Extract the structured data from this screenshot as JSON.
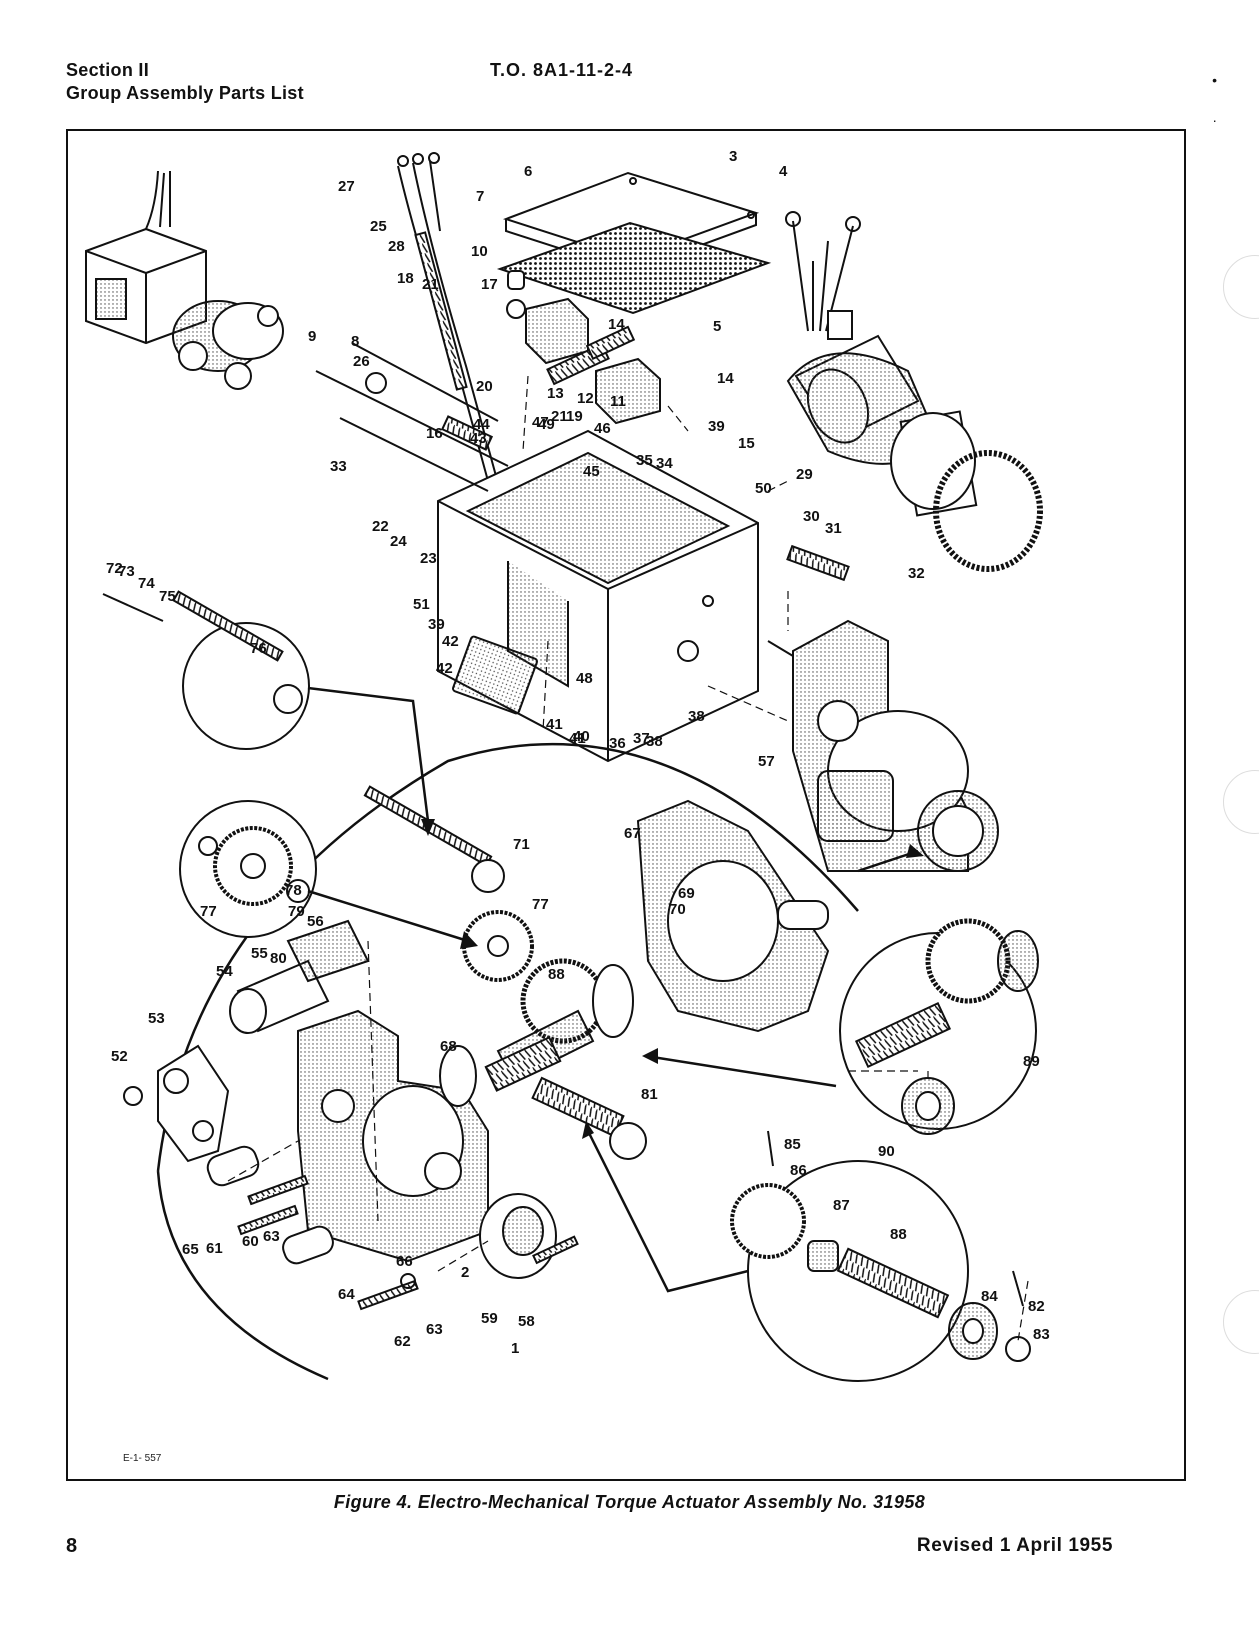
{
  "header": {
    "section": "Section II",
    "group": "Group Assembly Parts List",
    "tech_order": "T.O. 8A1-11-2-4"
  },
  "figure": {
    "caption": "Figure 4. Electro-Mechanical Torque Actuator Assembly No. 31958",
    "drawing_code": "E-1- 557",
    "callouts": [
      "1",
      "2",
      "3",
      "4",
      "5",
      "6",
      "7",
      "8",
      "9",
      "10",
      "11",
      "12",
      "13",
      "14",
      "14",
      "15",
      "16",
      "17",
      "18",
      "19",
      "20",
      "21",
      "21",
      "22",
      "23",
      "24",
      "25",
      "26",
      "27",
      "28",
      "29",
      "30",
      "31",
      "32",
      "33",
      "34",
      "35",
      "36",
      "37",
      "38",
      "38",
      "39",
      "39",
      "40",
      "41",
      "41",
      "42",
      "42",
      "43",
      "44",
      "45",
      "46",
      "47",
      "48",
      "49",
      "50",
      "51",
      "52",
      "53",
      "54",
      "55",
      "56",
      "57",
      "58",
      "59",
      "60",
      "61",
      "62",
      "63",
      "63",
      "64",
      "65",
      "66",
      "67",
      "68",
      "69",
      "70",
      "71",
      "72",
      "73",
      "74",
      "75",
      "76",
      "77",
      "77",
      "78",
      "79",
      "80",
      "81",
      "82",
      "83",
      "84",
      "85",
      "86",
      "87",
      "88",
      "88",
      "89",
      "90"
    ]
  },
  "footer": {
    "page_number": "8",
    "revision": "Revised 1 April 1955"
  }
}
